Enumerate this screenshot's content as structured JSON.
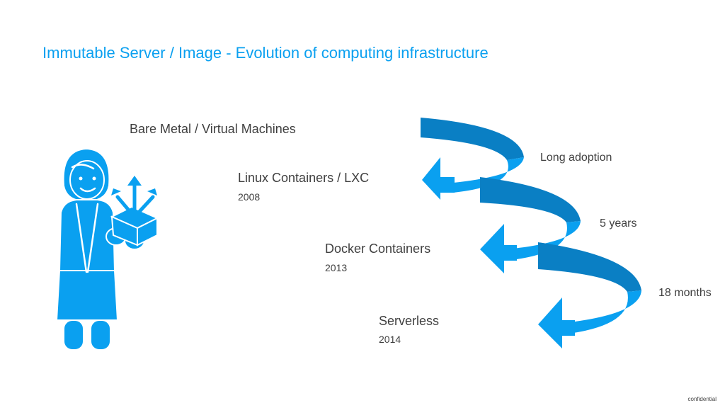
{
  "slide": {
    "title": "Immutable Server / Image - Evolution of computing infrastructure",
    "footer": "confidential"
  },
  "stages": [
    {
      "label": "Bare Metal / Virtual Machines",
      "year": ""
    },
    {
      "label": "Linux Containers / LXC",
      "year": "2008"
    },
    {
      "label": "Docker Containers",
      "year": "2013"
    },
    {
      "label": "Serverless",
      "year": "2014"
    }
  ],
  "transitions": [
    {
      "label": "Long adoption"
    },
    {
      "label": "5 years"
    },
    {
      "label": "18 months"
    }
  ],
  "colors": {
    "accent": "#0aa0f0",
    "arrow_front": "#0aa0f0",
    "arrow_back": "#0a7fc4",
    "text": "#404040"
  },
  "icons": {
    "person": "person-holding-box-icon"
  }
}
